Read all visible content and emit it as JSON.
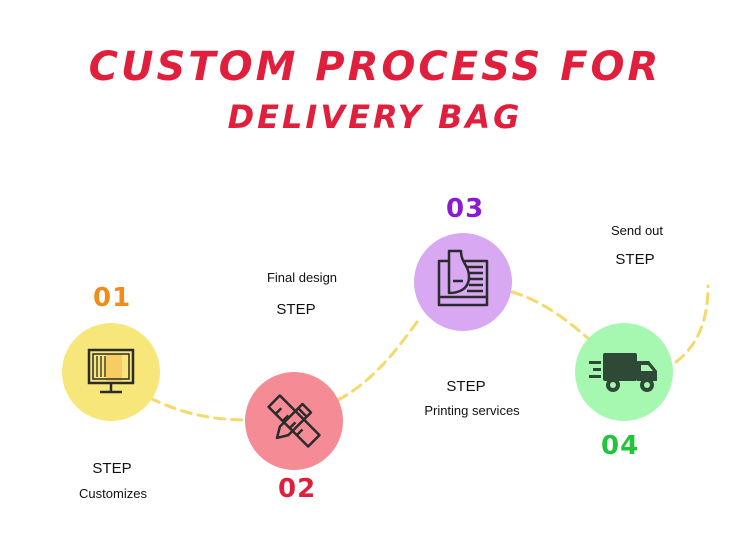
{
  "title": {
    "line1": "CUSTOM PROCESS FOR",
    "line2": "DELIVERY BAG"
  },
  "colors": {
    "title": "#e01f3d",
    "connector": "#f5d96b",
    "step1": "#f7e67a",
    "step2": "#f58b95",
    "step3": "#d8a8f2",
    "step4": "#a6f7b0"
  },
  "steps": [
    {
      "number": "01",
      "word": "STEP",
      "description": "Customizes",
      "icon": "computer-monitor-icon",
      "number_color": "#f08c1a"
    },
    {
      "number": "02",
      "word": "STEP",
      "description": "Final design",
      "icon": "pencil-ruler-icon",
      "number_color": "#e01f3d"
    },
    {
      "number": "03",
      "word": "STEP",
      "description": "Printing services",
      "icon": "printing-document-icon",
      "number_color": "#8b1ad6"
    },
    {
      "number": "04",
      "word": "STEP",
      "description": "Send out",
      "icon": "delivery-truck-icon",
      "number_color": "#22c43a"
    }
  ]
}
